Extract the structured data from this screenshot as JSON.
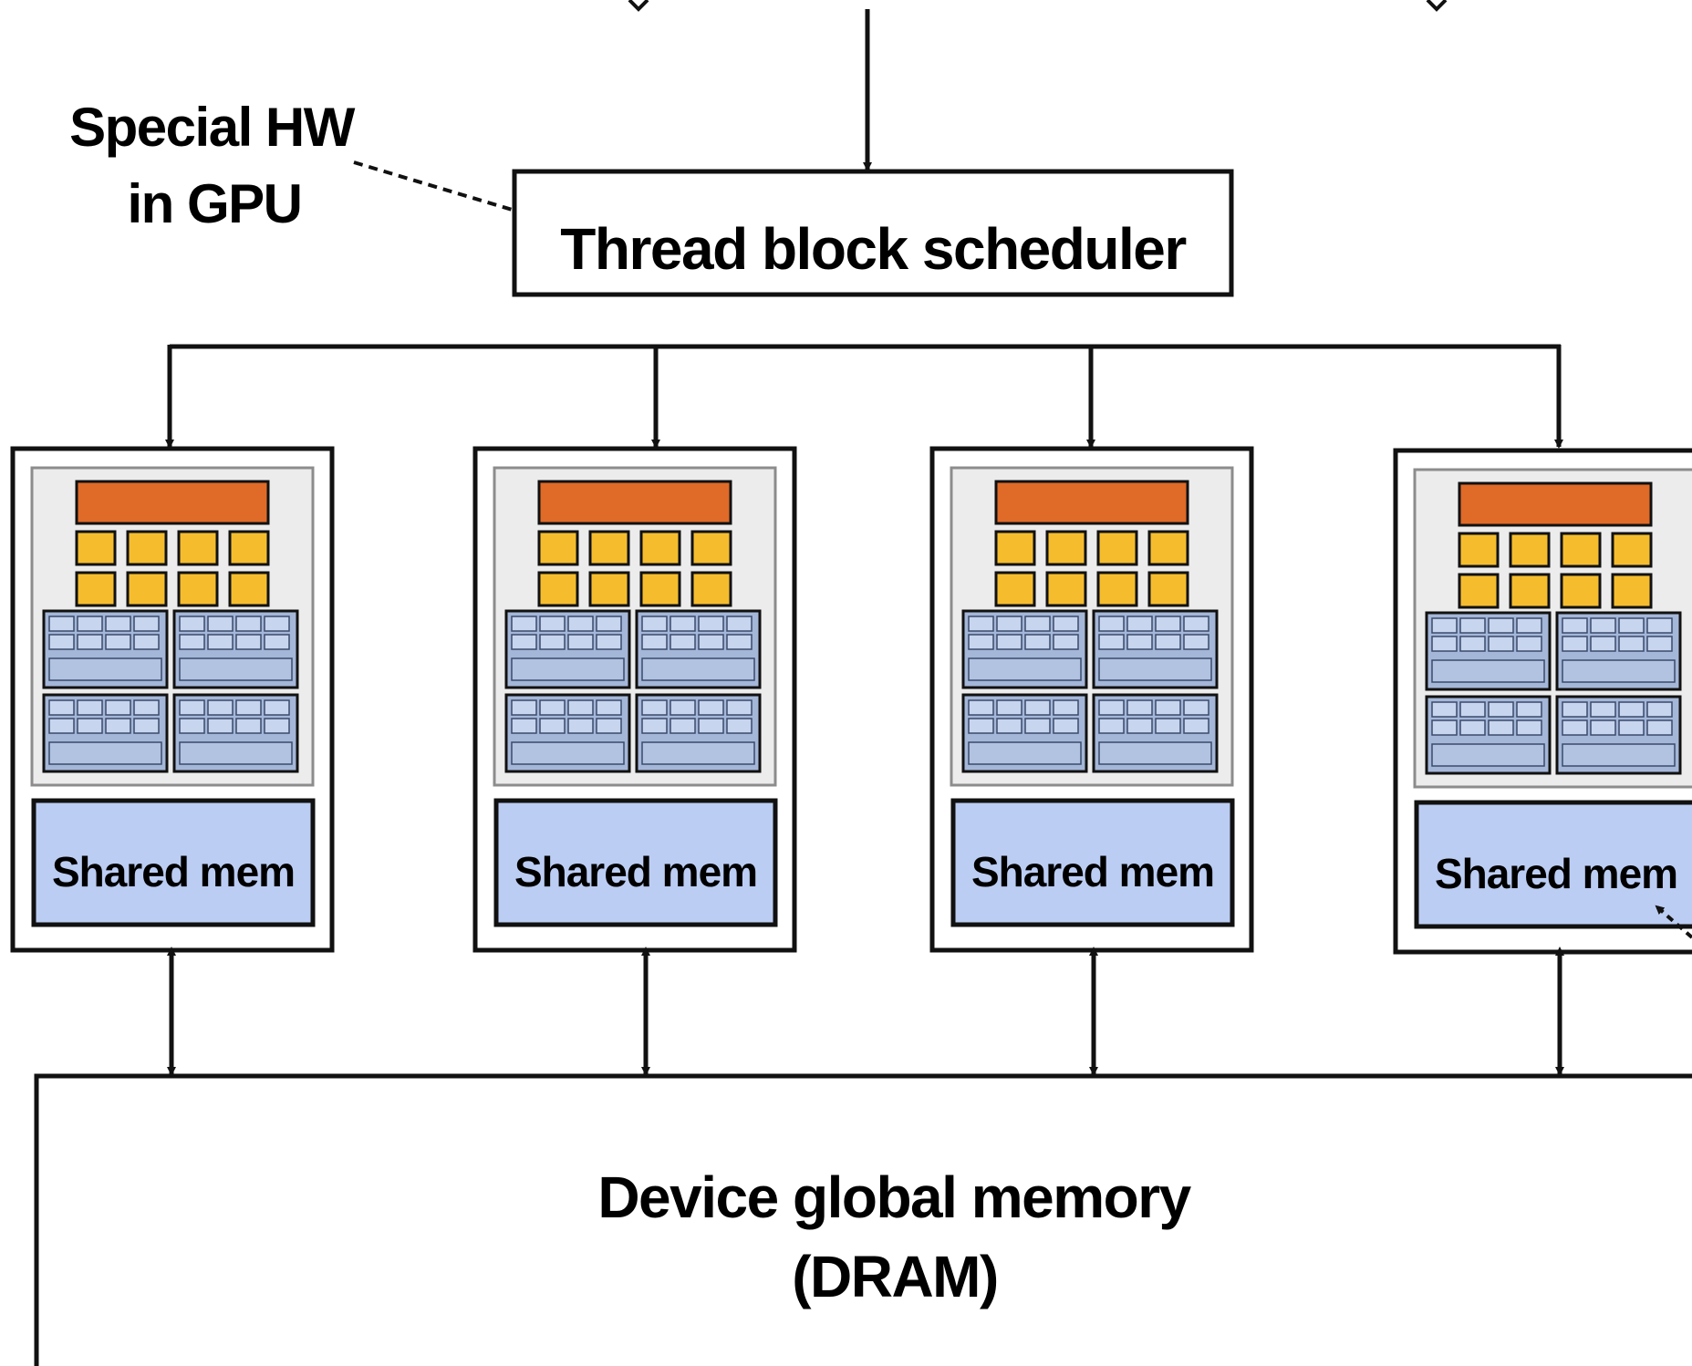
{
  "annotation": {
    "line1": "Special HW",
    "line2": "in GPU"
  },
  "scheduler": {
    "label": "Thread block scheduler"
  },
  "cores": [
    {
      "shared_label": "Shared mem"
    },
    {
      "shared_label": "Shared mem"
    },
    {
      "shared_label": "Shared mem"
    },
    {
      "shared_label": "Shared mem"
    }
  ],
  "global_memory": {
    "line1": "Device global memory",
    "line2": "(DRAM)"
  },
  "colors": {
    "stroke": "#111111",
    "core_panel": "#ececec",
    "core_panel_border": "#8c8c8c",
    "fetch_decode": "#e06a28",
    "exec_unit": "#f5bd2e",
    "simd_block": "#a5b7d8",
    "simd_lane": "#c8d5ee",
    "shared_mem": "#bccdf3"
  }
}
